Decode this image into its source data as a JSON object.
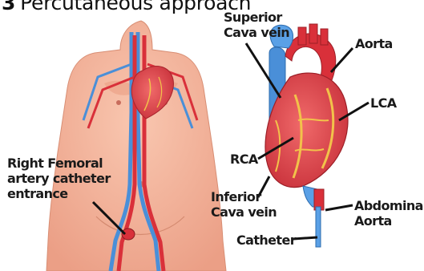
{
  "title": {
    "number": "3",
    "text": "Percutaneous approach"
  },
  "labels": {
    "superior_cava_vein": [
      "Superior",
      "Cava vein"
    ],
    "aorta": "Aorta",
    "lca": "LCA",
    "rca": "RCA",
    "right_femoral": [
      "Right Femoral",
      "artery catheter",
      "entrance"
    ],
    "inferior_cava_vein": [
      "Inferior",
      "Cava vein"
    ],
    "abdominal_aorta": [
      "Abdominal",
      "Aorta"
    ],
    "catheter": "Catheter"
  },
  "colors": {
    "skin": "#f4b59c",
    "artery": "#d9303a",
    "vein": "#4a8fd8",
    "heart": "#e2474d",
    "coronary": "#f2c24a",
    "leader": "#111111"
  }
}
